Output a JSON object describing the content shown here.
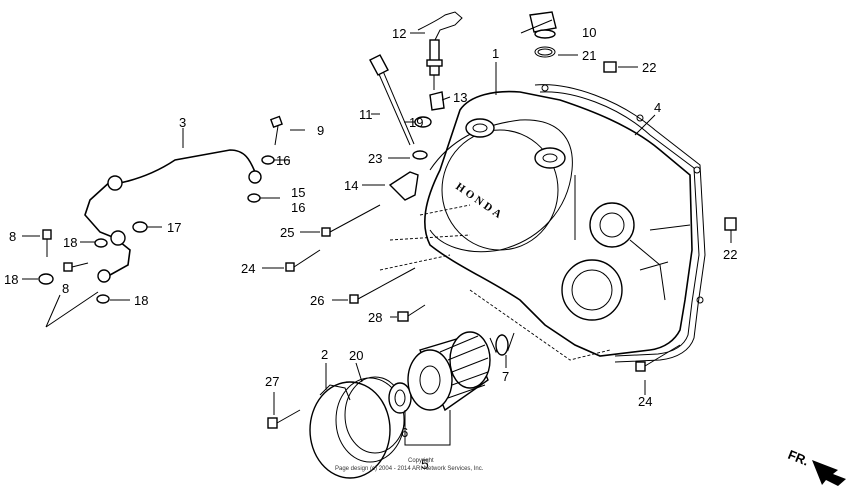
{
  "callouts": {
    "p1": "1",
    "p2": "2",
    "p3": "3",
    "p4": "4",
    "p5": "5",
    "p6": "6",
    "p7": "7",
    "p8a": "8",
    "p8b": "8",
    "p9": "9",
    "p10": "10",
    "p11": "11",
    "p12": "12",
    "p13": "13",
    "p14": "14",
    "p15": "15",
    "p16a": "16",
    "p16b": "16",
    "p17": "17",
    "p18a": "18",
    "p18b": "18",
    "p18c": "18",
    "p19": "19",
    "p20": "20",
    "p21": "21",
    "p22a": "22",
    "p22b": "22",
    "p23": "23",
    "p24a": "24",
    "p24b": "24",
    "p25": "25",
    "p26": "26",
    "p27": "27",
    "p28": "28"
  },
  "cover_text": "HONDA",
  "direction_label": "FR.",
  "copyright": {
    "line1": "Copyright",
    "line2": "Page design (c) 2004 - 2014 ARI Network Services, Inc."
  }
}
